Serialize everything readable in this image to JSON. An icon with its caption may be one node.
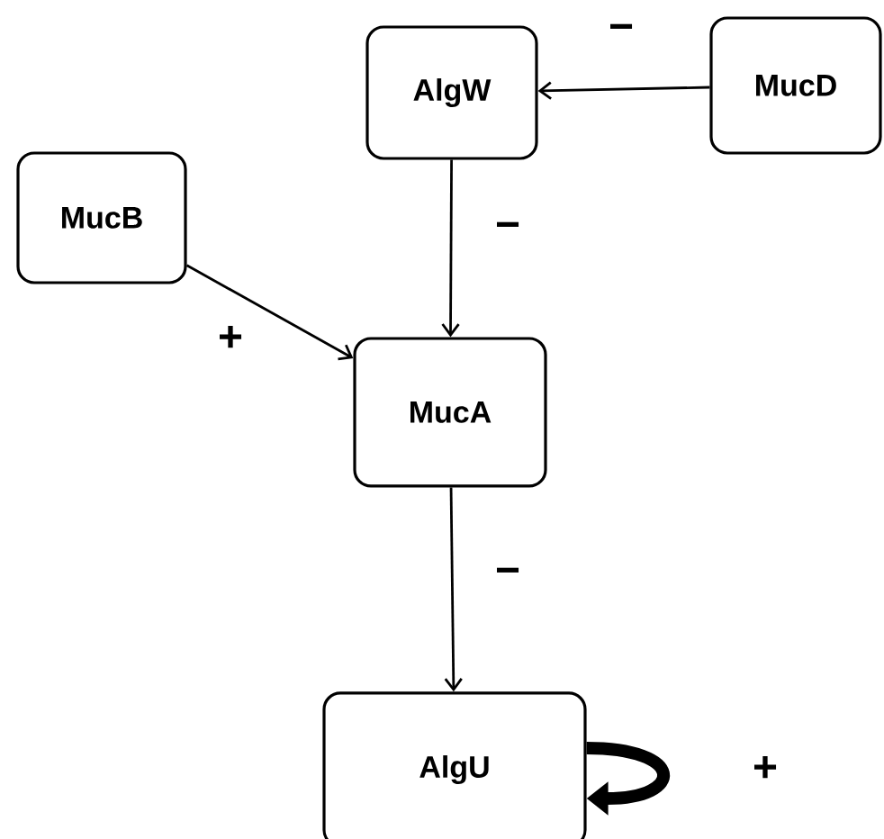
{
  "diagram": {
    "nodes": [
      {
        "text": [
          "AlgW"
        ]
      },
      {
        "text": [
          "MucD"
        ]
      },
      {
        "text": [
          "MucB"
        ]
      },
      {
        "text": [
          "MucA"
        ]
      },
      {
        "text": [
          "AlgU"
        ]
      }
    ],
    "edges": [
      {
        "from": 1,
        "to": 0,
        "arrow": "to",
        "label": "−"
      },
      {
        "from": 0,
        "to": 3,
        "arrow": "to",
        "label": "−"
      },
      {
        "from": 2,
        "to": 3,
        "arrow": "to",
        "label": "+"
      },
      {
        "from": 3,
        "to": 4,
        "arrow": "to",
        "label": "−"
      },
      {
        "from": 4,
        "to": 4,
        "arrow": "to",
        "label": "+",
        "style": "thick"
      }
    ]
  }
}
